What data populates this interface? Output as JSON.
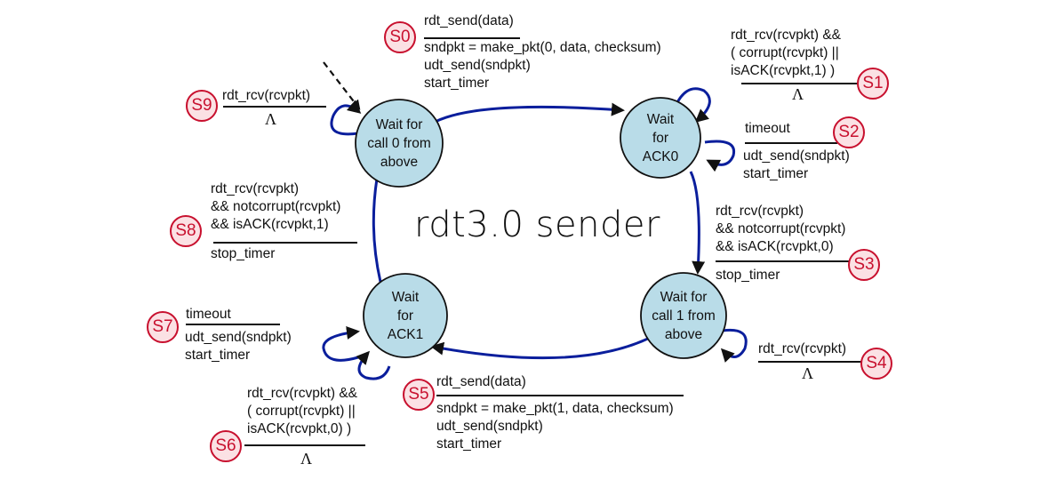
{
  "title": "rdt3.0 sender",
  "colors": {
    "state_fill": "#b9dce8",
    "arrow": "#0a1e9c",
    "badge": "#c8102e",
    "badge_fill": "#fbe1e4"
  },
  "states": [
    {
      "id": "wait-call-0",
      "lines": [
        "Wait for",
        "call 0 from",
        "above"
      ]
    },
    {
      "id": "wait-ack-0",
      "lines": [
        "Wait",
        "for",
        "ACK0"
      ]
    },
    {
      "id": "wait-call-1",
      "lines": [
        "Wait for",
        "call 1 from",
        "above"
      ]
    },
    {
      "id": "wait-ack-1",
      "lines": [
        "Wait",
        "for",
        "ACK1"
      ]
    }
  ],
  "transitions": {
    "S0": {
      "badge": "S0",
      "event": [
        "rdt_send(data)"
      ],
      "actions": [
        "sndpkt = make_pkt(0, data, checksum)",
        "udt_send(sndpkt)",
        "start_timer"
      ]
    },
    "S1": {
      "badge": "S1",
      "event": [
        "rdt_rcv(rcvpkt) &&",
        "( corrupt(rcvpkt) ||",
        "isACK(rcvpkt,1) )"
      ],
      "actions": [
        "Λ"
      ]
    },
    "S2": {
      "badge": "S2",
      "event": [
        "timeout"
      ],
      "actions": [
        "udt_send(sndpkt)",
        "start_timer"
      ]
    },
    "S3": {
      "badge": "S3",
      "event": [
        "rdt_rcv(rcvpkt)",
        "&& notcorrupt(rcvpkt)",
        "&& isACK(rcvpkt,0)"
      ],
      "actions": [
        "stop_timer"
      ]
    },
    "S4": {
      "badge": "S4",
      "event": [
        "rdt_rcv(rcvpkt)"
      ],
      "actions": [
        "Λ"
      ]
    },
    "S5": {
      "badge": "S5",
      "event": [
        "rdt_send(data)"
      ],
      "actions": [
        "sndpkt = make_pkt(1, data, checksum)",
        "udt_send(sndpkt)",
        "start_timer"
      ]
    },
    "S6": {
      "badge": "S6",
      "event": [
        "rdt_rcv(rcvpkt) &&",
        "( corrupt(rcvpkt) ||",
        "isACK(rcvpkt,0) )"
      ],
      "actions": [
        "Λ"
      ]
    },
    "S7": {
      "badge": "S7",
      "event": [
        "timeout"
      ],
      "actions": [
        "udt_send(sndpkt)",
        "start_timer"
      ]
    },
    "S8": {
      "badge": "S8",
      "event": [
        "rdt_rcv(rcvpkt)",
        "&& notcorrupt(rcvpkt)",
        "&& isACK(rcvpkt,1)"
      ],
      "actions": [
        "stop_timer"
      ]
    },
    "S9": {
      "badge": "S9",
      "event": [
        "rdt_rcv(rcvpkt)"
      ],
      "actions": [
        "Λ"
      ]
    }
  }
}
